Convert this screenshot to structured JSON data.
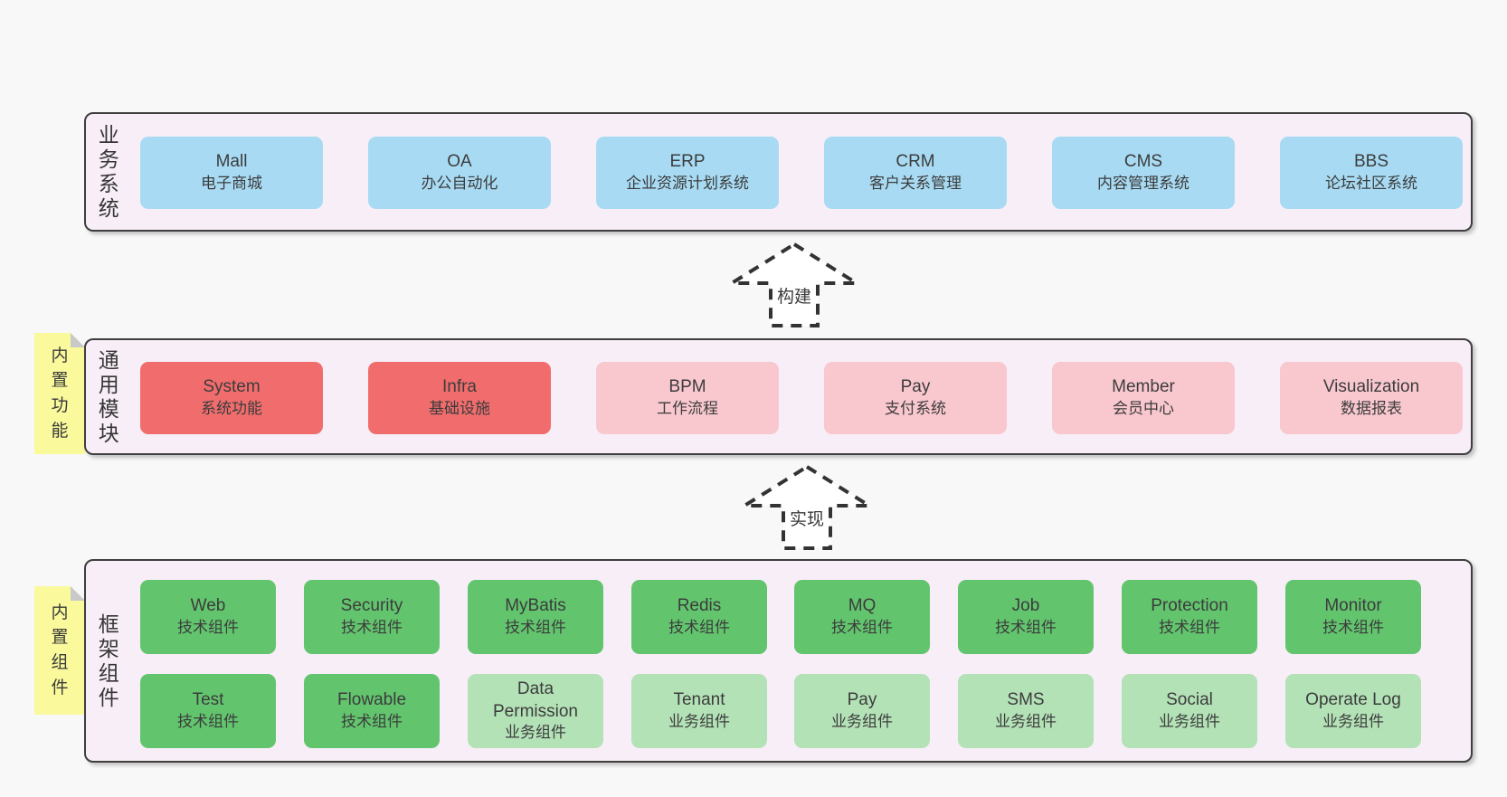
{
  "colors": {
    "background": "#f8f8f8",
    "section_bg": "#f8eef7",
    "section_border": "#3f3f3f",
    "blue_box": "#a8dbf3",
    "red_box": "#f16d6d",
    "pink_box": "#f9c8cf",
    "green_box": "#62c56e",
    "light_green_box": "#b4e2b7",
    "sticky_yellow": "#fafa9d",
    "text": "#3c3c3c"
  },
  "arrows": [
    {
      "label": "构建"
    },
    {
      "label": "实现"
    }
  ],
  "sections": [
    {
      "label": "业务系统",
      "sticky": null,
      "rows": [
        [
          {
            "title": "Mall",
            "subtitle": "电子商城",
            "variant": "blue"
          },
          {
            "title": "OA",
            "subtitle": "办公自动化",
            "variant": "blue"
          },
          {
            "title": "ERP",
            "subtitle": "企业资源计划系统",
            "variant": "blue"
          },
          {
            "title": "CRM",
            "subtitle": "客户关系管理",
            "variant": "blue"
          },
          {
            "title": "CMS",
            "subtitle": "内容管理系统",
            "variant": "blue"
          },
          {
            "title": "BBS",
            "subtitle": "论坛社区系统",
            "variant": "blue"
          }
        ]
      ]
    },
    {
      "label": "通用模块",
      "sticky": "内置功能",
      "rows": [
        [
          {
            "title": "System",
            "subtitle": "系统功能",
            "variant": "red"
          },
          {
            "title": "Infra",
            "subtitle": "基础设施",
            "variant": "red"
          },
          {
            "title": "BPM",
            "subtitle": "工作流程",
            "variant": "pink"
          },
          {
            "title": "Pay",
            "subtitle": "支付系统",
            "variant": "pink"
          },
          {
            "title": "Member",
            "subtitle": "会员中心",
            "variant": "pink"
          },
          {
            "title": "Visualization",
            "subtitle": "数据报表",
            "variant": "pink"
          }
        ]
      ]
    },
    {
      "label": "框架组件",
      "sticky": "内置组件",
      "rows": [
        [
          {
            "title": "Web",
            "subtitle": "技术组件",
            "variant": "green"
          },
          {
            "title": "Security",
            "subtitle": "技术组件",
            "variant": "green"
          },
          {
            "title": "MyBatis",
            "subtitle": "技术组件",
            "variant": "green"
          },
          {
            "title": "Redis",
            "subtitle": "技术组件",
            "variant": "green"
          },
          {
            "title": "MQ",
            "subtitle": "技术组件",
            "variant": "green"
          },
          {
            "title": "Job",
            "subtitle": "技术组件",
            "variant": "green"
          },
          {
            "title": "Protection",
            "subtitle": "技术组件",
            "variant": "green"
          },
          {
            "title": "Monitor",
            "subtitle": "技术组件",
            "variant": "green"
          }
        ],
        [
          {
            "title": "Test",
            "subtitle": "技术组件",
            "variant": "green"
          },
          {
            "title": "Flowable",
            "subtitle": "技术组件",
            "variant": "green"
          },
          {
            "title": "Data Permission",
            "subtitle": "业务组件",
            "variant": "lightgreen"
          },
          {
            "title": "Tenant",
            "subtitle": "业务组件",
            "variant": "lightgreen"
          },
          {
            "title": "Pay",
            "subtitle": "业务组件",
            "variant": "lightgreen"
          },
          {
            "title": "SMS",
            "subtitle": "业务组件",
            "variant": "lightgreen"
          },
          {
            "title": "Social",
            "subtitle": "业务组件",
            "variant": "lightgreen"
          },
          {
            "title": "Operate Log",
            "subtitle": "业务组件",
            "variant": "lightgreen"
          }
        ]
      ]
    }
  ]
}
